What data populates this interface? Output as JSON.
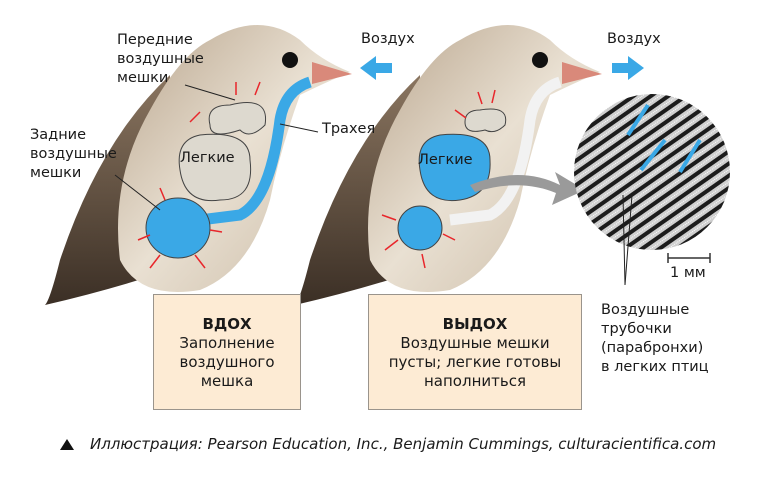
{
  "labels": {
    "front_sacs": [
      "Передние",
      "воздушные",
      "мешки"
    ],
    "rear_sacs": [
      "Задние",
      "воздушные",
      "мешки"
    ],
    "lungs_inhale": "Легкие",
    "lungs_exhale": "Легкие",
    "trachea": "Трахея",
    "air_in": "Воздух",
    "air_out": "Воздух",
    "scale": "1 мм",
    "parabronchi": [
      "Воздушные",
      "трубочки",
      "(парабронхи)",
      "в легких птиц"
    ]
  },
  "inhale_box": {
    "title": "ВДОХ",
    "lines": [
      "Заполнение",
      "воздушного",
      "мешка"
    ]
  },
  "exhale_box": {
    "title": "ВЫДОХ",
    "lines": [
      "Воздушные мешки",
      "пусты; легкие готовы",
      "наполниться"
    ]
  },
  "caption": "Иллюстрация: Pearson Education, Inc., Benjamin Cummings, culturacientifica.com",
  "colors": {
    "air_blue": "#3aa8e6",
    "lung_grey": "#ddd9cf",
    "box_fill": "#fdebd4",
    "arrow_red": "#e8262b"
  }
}
